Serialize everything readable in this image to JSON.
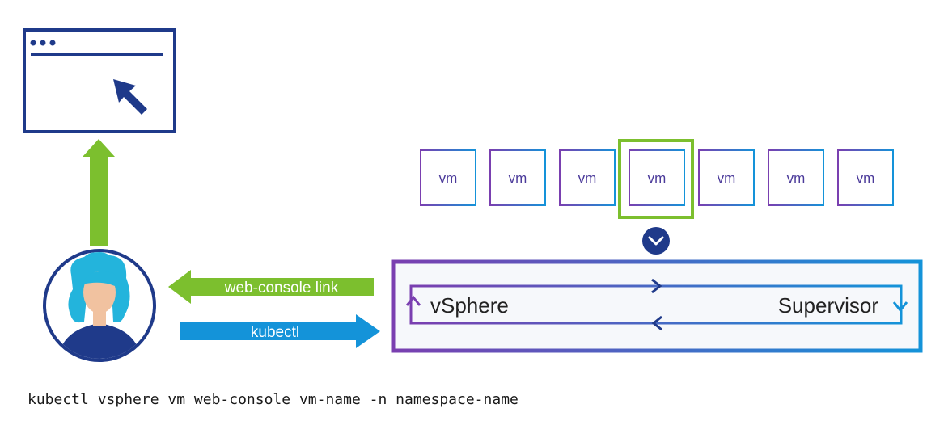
{
  "vms": [
    "vm",
    "vm",
    "vm",
    "vm",
    "vm",
    "vm",
    "vm"
  ],
  "selected_vm_index": 3,
  "arrows": {
    "web_console_label": "web-console link",
    "kubectl_label": "kubectl"
  },
  "platform": {
    "left_label": "vSphere",
    "right_label": "Supervisor"
  },
  "command": "kubectl vsphere vm web-console vm-name -n namespace-name",
  "colors": {
    "navy": "#1f3a8a",
    "green": "#7cbf2e",
    "blue": "#1493d9",
    "purple": "#7a3fb0",
    "skin": "#f1c2a0",
    "hair": "#23b4dc"
  }
}
